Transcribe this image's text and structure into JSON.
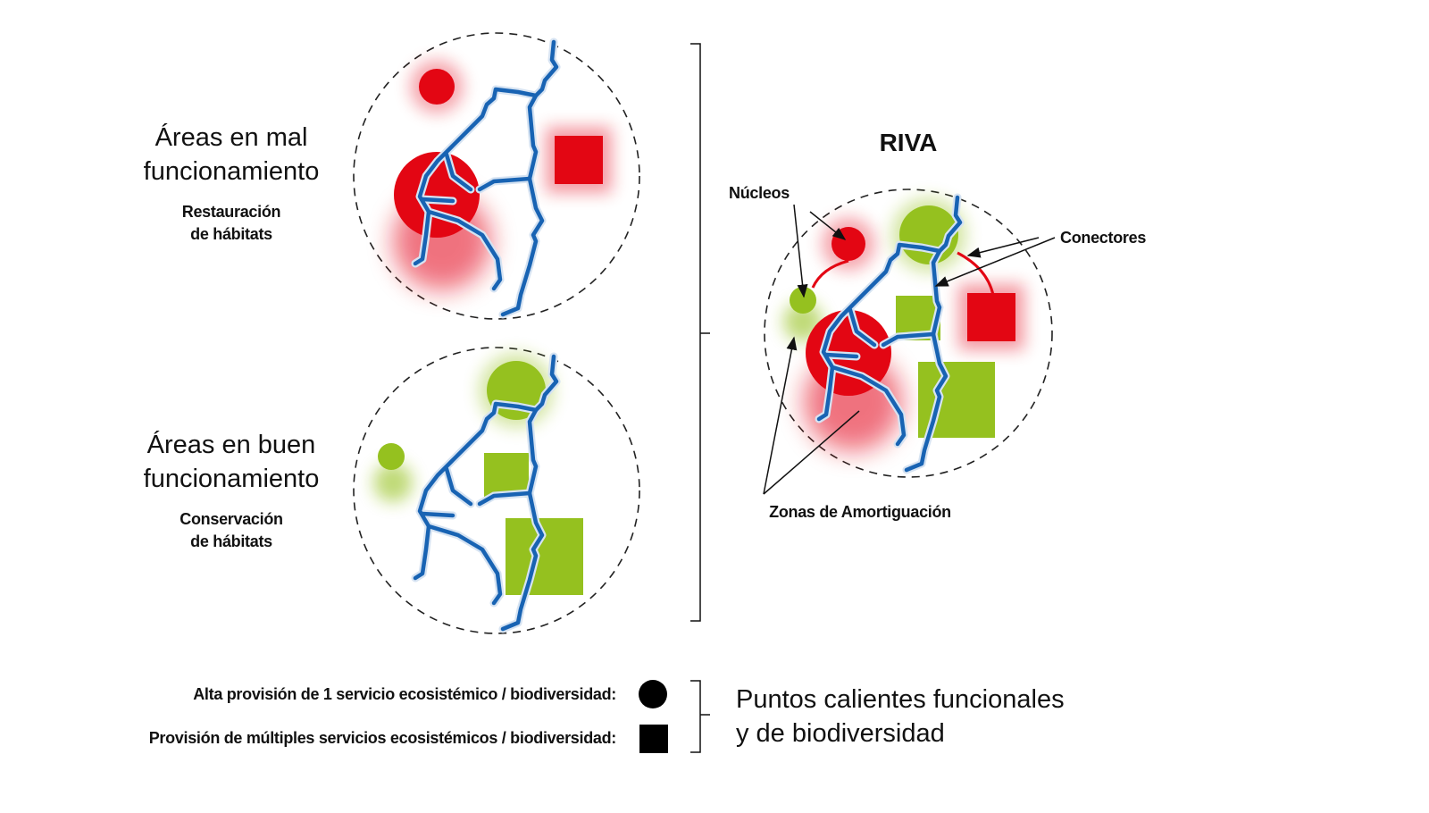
{
  "left": {
    "bad": {
      "title_line1": "Áreas en mal",
      "title_line2": "funcionamiento",
      "sub_line1": "Restauración",
      "sub_line2": "de hábitats"
    },
    "good": {
      "title_line1": "Áreas en buen",
      "title_line2": "funcionamiento",
      "sub_line1": "Conservación",
      "sub_line2": "de hábitats"
    }
  },
  "riva": {
    "title": "RIVA",
    "labels": {
      "nucleos": "Núcleos",
      "conectores": "Conectores",
      "zonas": "Zonas de Amortiguación"
    }
  },
  "legend": {
    "circle_label": "Alta provisión de 1 servicio ecosistémico / biodiversidad:",
    "square_label": "Provisión de múltiples servicios ecosistémicos / biodiversidad:",
    "group_line1": "Puntos calientes funcionales",
    "group_line2": "y de biodiversidad"
  },
  "colors": {
    "red": "#e30613",
    "green": "#95c11f",
    "river": "#1863b3"
  }
}
